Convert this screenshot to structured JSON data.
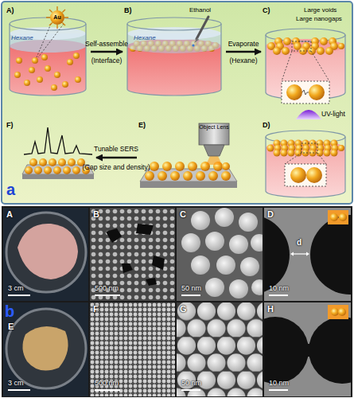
{
  "diagram": {
    "nodes": [
      {
        "text": [
          "a"
        ]
      },
      {
        "text": [
          "A)",
          "Hexane",
          "Au"
        ],
        "in": 0
      },
      {
        "text": [
          "B)",
          "Hexane",
          "Ethanol"
        ],
        "in": 0
      },
      {
        "text": [
          "C)",
          "Large voids",
          "Large nanogaps"
        ],
        "in": 0
      },
      {
        "text": [
          "D)"
        ],
        "in": 0
      },
      {
        "text": [
          "E)",
          "Object Lens"
        ],
        "in": 0
      },
      {
        "text": [
          "F)"
        ],
        "in": 0
      },
      {
        "text": [
          "b"
        ]
      },
      {
        "text": [
          "A",
          "3 cm"
        ],
        "in": 7
      },
      {
        "text": [
          "B",
          "500 nm"
        ],
        "in": 7
      },
      {
        "text": [
          "C",
          "50 nm"
        ],
        "in": 7
      },
      {
        "text": [
          "D",
          "10 nm",
          "d"
        ],
        "in": 7
      },
      {
        "text": [
          "E",
          "3 cm"
        ],
        "in": 7
      },
      {
        "text": [
          "F",
          "500 nm"
        ],
        "in": 7
      },
      {
        "text": [
          "G",
          "50 nm"
        ],
        "in": 7
      },
      {
        "text": [
          "H",
          "10 nm"
        ],
        "in": 7
      }
    ],
    "edges": [
      {
        "from": 1,
        "to": 2,
        "arrow": "to"
      },
      {
        "from": 2,
        "to": 3,
        "arrow": "to"
      },
      {
        "from": 5,
        "to": 6,
        "arrow": "to"
      }
    ],
    "labels": [
      "Self-assemble",
      "(Interface)",
      "Evaporate",
      "(Hexane)",
      "UV-light",
      "Tunable SERS",
      "(Gap size and density)"
    ]
  }
}
